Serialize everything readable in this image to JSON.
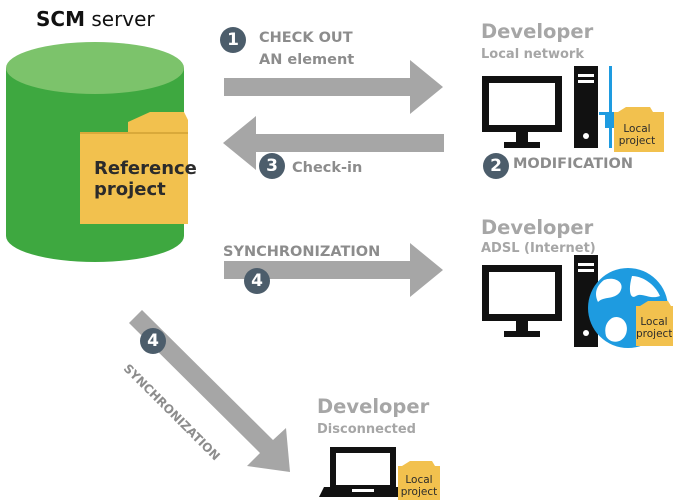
{
  "server": {
    "name_bold": "SCM",
    "name_rest": "server",
    "folder_label": "Reference project"
  },
  "steps": {
    "checkout": {
      "number": "1",
      "line1": "CHECK OUT",
      "line2": "AN element"
    },
    "modification": {
      "number": "2",
      "label": "MODIFICATION"
    },
    "checkin": {
      "number": "3",
      "label": "Check-in"
    },
    "sync_adsl": {
      "number": "4",
      "label": "SYNCHRONIZATION"
    },
    "sync_disconnected": {
      "number": "4",
      "label": "SYNCHRONIZATION"
    }
  },
  "developers": [
    {
      "title": "Developer",
      "subtitle": "Local network",
      "folder_label": "Local project"
    },
    {
      "title": "Developer",
      "subtitle": "ADSL (Internet)",
      "folder_label": "Local project"
    },
    {
      "title": "Developer",
      "subtitle": "Disconnected",
      "folder_label": "Local project"
    }
  ],
  "colors": {
    "server_green": "#3ea840",
    "server_green_top": "#7cc36b",
    "folder_yellow": "#f2c14e",
    "arrow_gray": "#a6a6a6",
    "badge_slate": "#4c5d6b",
    "device_black": "#111111",
    "lan_blue": "#1e9be0"
  }
}
